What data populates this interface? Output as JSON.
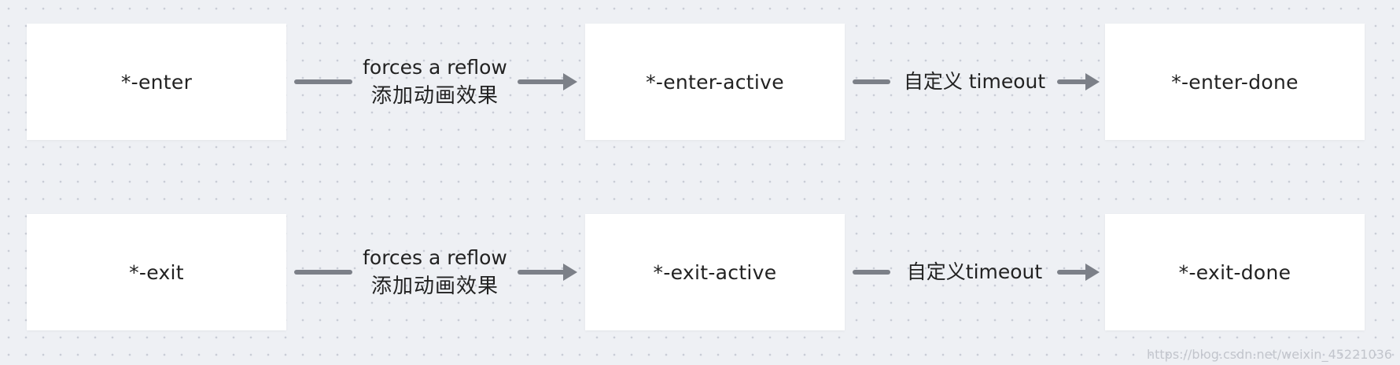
{
  "diagram": {
    "enter_row": {
      "start": "*-enter",
      "edge1_line1": "forces a reflow",
      "edge1_line2": "添加动画效果",
      "middle": "*-enter-active",
      "edge2": "自定义 timeout",
      "end": "*-enter-done"
    },
    "exit_row": {
      "start": "*-exit",
      "edge1_line1": "forces a reflow",
      "edge1_line2": "添加动画效果",
      "middle": "*-exit-active",
      "edge2": "自定义timeout",
      "end": "*-exit-done"
    }
  },
  "watermark": "https://blog.csdn.net/weixin_45221036",
  "colors": {
    "background": "#eef0f4",
    "box": "#ffffff",
    "arrow": "#7c8088",
    "text": "#222222"
  }
}
